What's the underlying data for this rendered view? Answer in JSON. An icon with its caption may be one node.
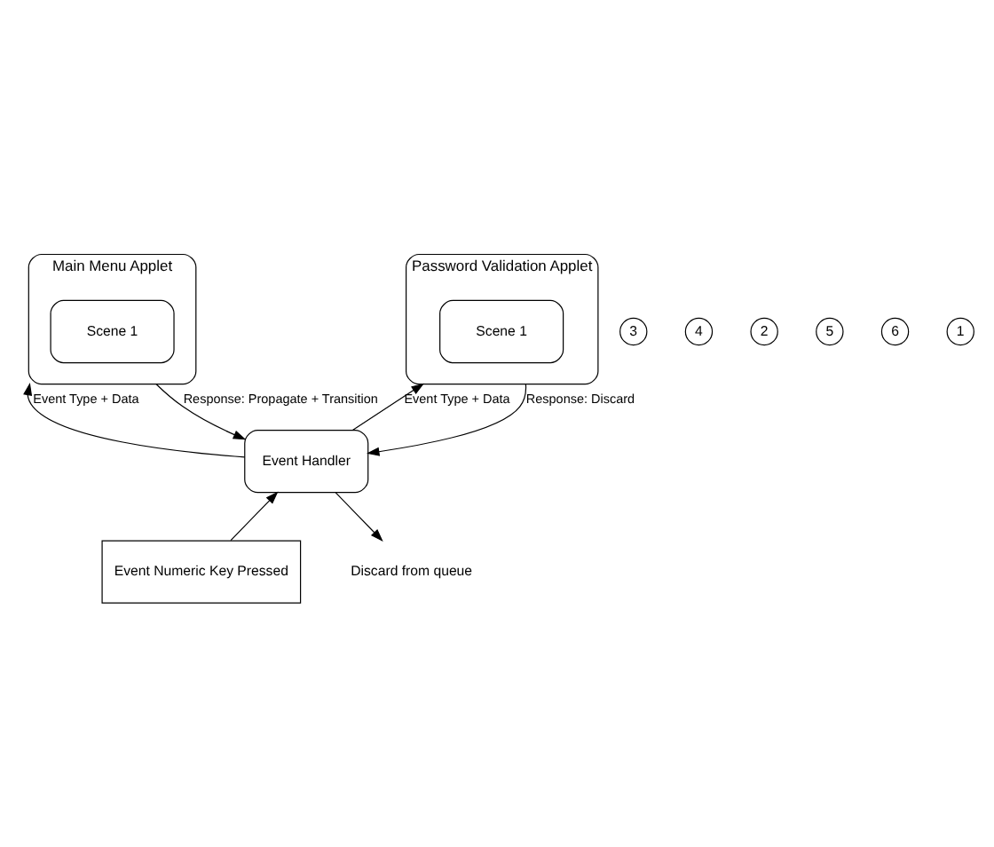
{
  "diagram": {
    "nodes": [
      {
        "text": [
          "Main Menu Applet"
        ]
      },
      {
        "text": [
          "Scene 1"
        ],
        "in": 0
      },
      {
        "text": [
          "Password Validation Applet"
        ]
      },
      {
        "text": [
          "Scene 1"
        ],
        "in": 2
      },
      {
        "text": [
          "Event Handler"
        ]
      },
      {
        "text": [
          "Event Numeric Key Pressed"
        ]
      },
      {
        "text": [
          "Discard from queue"
        ]
      }
    ],
    "edges": [
      {
        "from": 5,
        "to": 4,
        "arrow": "to"
      },
      {
        "from": 4,
        "to": 0,
        "arrow": "to",
        "label": "Event Type + Data"
      },
      {
        "from": 0,
        "to": 4,
        "arrow": "to",
        "label": "Response: Propagate + Transition"
      },
      {
        "from": 4,
        "to": 2,
        "arrow": "to",
        "label": "Event Type + Data"
      },
      {
        "from": 2,
        "to": 4,
        "arrow": "to",
        "label": "Response: Discard"
      },
      {
        "from": 4,
        "to": 6,
        "arrow": "to"
      }
    ],
    "labels": [
      "3",
      "4",
      "2",
      "5",
      "6",
      "1"
    ]
  }
}
